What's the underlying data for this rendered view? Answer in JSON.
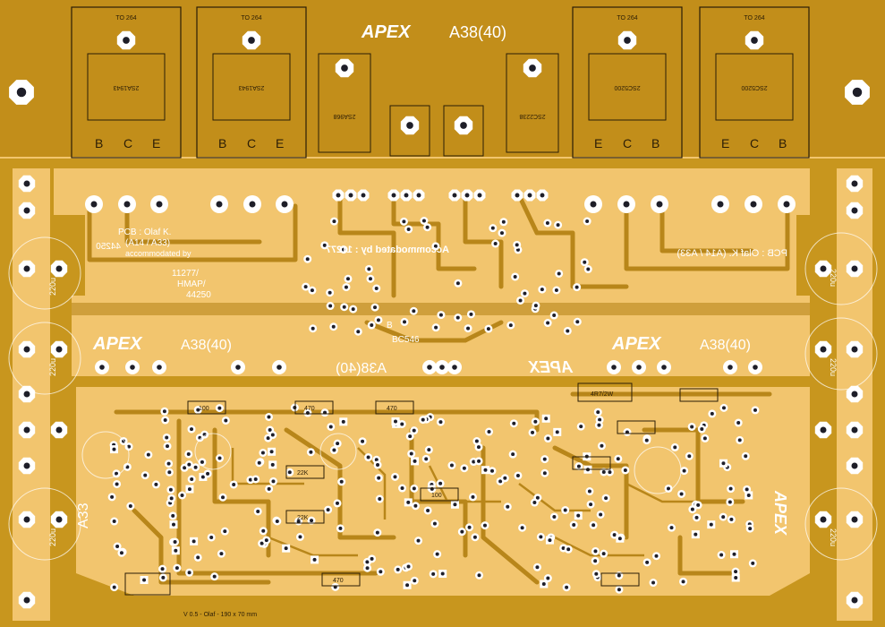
{
  "colors": {
    "board": "#c8961e",
    "copper_pour": "#f2c56e",
    "trace": "#b8861a",
    "pad": "#ffffff",
    "hole": "#1e1e28",
    "silkscreen": "#ffffff"
  },
  "header": {
    "brand": "APEX",
    "model": "A38(40)"
  },
  "transistors": {
    "package": "TO 264",
    "left_outer": "2SA1943",
    "left_inner": "2SA1943",
    "right_inner": "2SC5200",
    "right_outer": "2SC5200",
    "driver_left": "2SA968",
    "driver_right": "2SC2238",
    "pins_bce": [
      "B",
      "C",
      "E"
    ],
    "pins_ecb": [
      "E",
      "C",
      "B"
    ]
  },
  "credits": {
    "pcb_line": "PCB : Olaf K.",
    "variant_line": "(A14 / A33)",
    "accommodated_line": "accommodated by",
    "author_line1": "11277/",
    "author_line2": "HMAP/",
    "author_line3": "44250",
    "mirror_accommodated": "Accommodated by : 11277",
    "mirror_number": "44250",
    "mirror_pcb": "PCB : Olaf K. (A14 / A33)"
  },
  "labels": {
    "apex_left": "APEX",
    "model_left": "A38(40)",
    "apex_right": "APEX",
    "model_right": "A38(40)",
    "mirror_model": "A38(40)",
    "mirror_apex": "APEX",
    "side_a33": "A33",
    "side_apex": "APEX",
    "cap_value": "220u",
    "r_4r7": "4R7/2W",
    "r_100": "100",
    "r_470": "470",
    "r_22k": "22K",
    "bottom_note": "V 0.5 - Olaf - 190 x 70 mm",
    "bc_label": "BC546",
    "b_label": "B"
  }
}
